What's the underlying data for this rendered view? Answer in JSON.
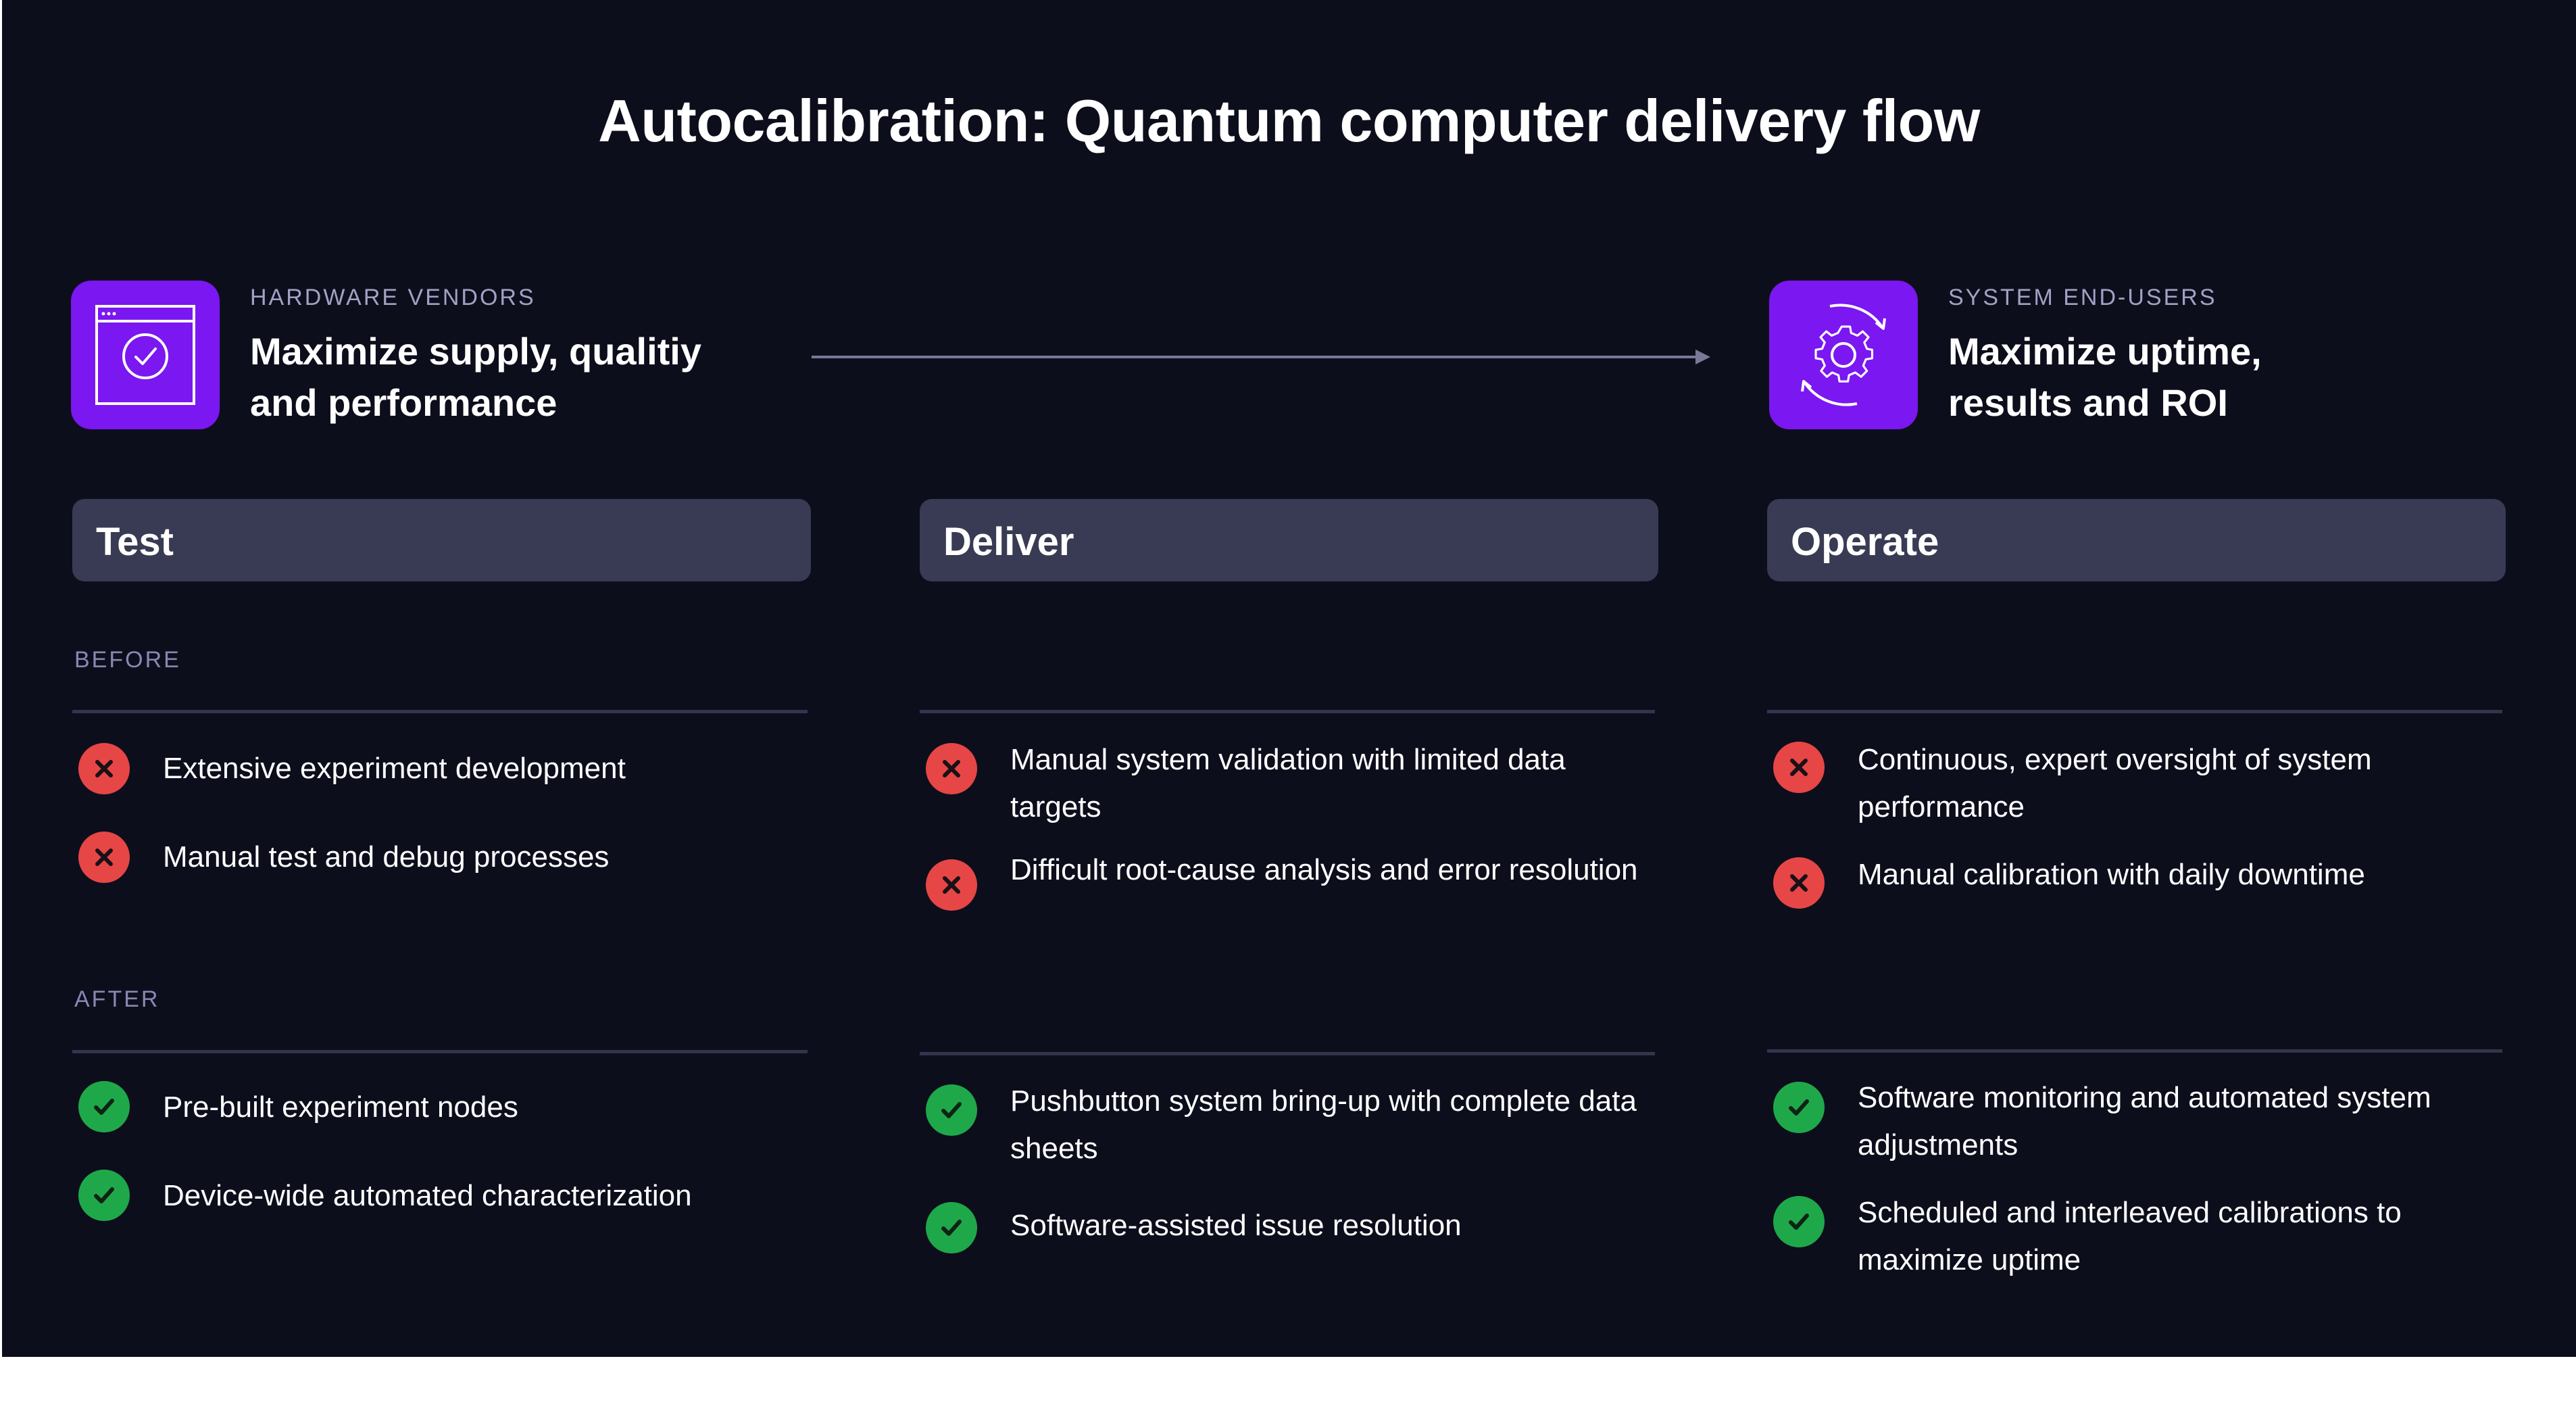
{
  "title": "Autocalibration: Quantum computer delivery flow",
  "colors": {
    "background": "#0d0e1c",
    "accent": "#7b17f0",
    "phase_bar": "#393a53",
    "negative": "#e64646",
    "positive": "#1fa84a",
    "kicker": "#a3a1c4"
  },
  "vendors": {
    "kicker": "HARDWARE VENDORS",
    "line1": "Maximize supply, qualitiy",
    "line2": "and performance",
    "icon": "browser-check-icon"
  },
  "users": {
    "kicker": "SYSTEM END-USERS",
    "line1": "Maximize uptime,",
    "line2": "results and ROI",
    "icon": "gear-cycle-icon"
  },
  "phases": [
    "Test",
    "Deliver",
    "Operate"
  ],
  "sections": {
    "before": "BEFORE",
    "after": "AFTER"
  },
  "before": {
    "test": [
      "Extensive experiment development",
      "Manual test and debug processes"
    ],
    "deliver": [
      "Manual system validation with limited data targets",
      "Difficult root-cause analysis and error resolution"
    ],
    "operate": [
      "Continuous, expert oversight of system performance",
      "Manual calibration with daily downtime"
    ]
  },
  "after": {
    "test": [
      "Pre-built experiment nodes",
      "Device-wide automated characterization"
    ],
    "deliver": [
      "Pushbutton system bring-up with complete data sheets",
      "Software-assisted issue resolution"
    ],
    "operate": [
      "Software monitoring and automated system adjustments",
      "Scheduled and interleaved calibrations to maximize uptime"
    ]
  }
}
